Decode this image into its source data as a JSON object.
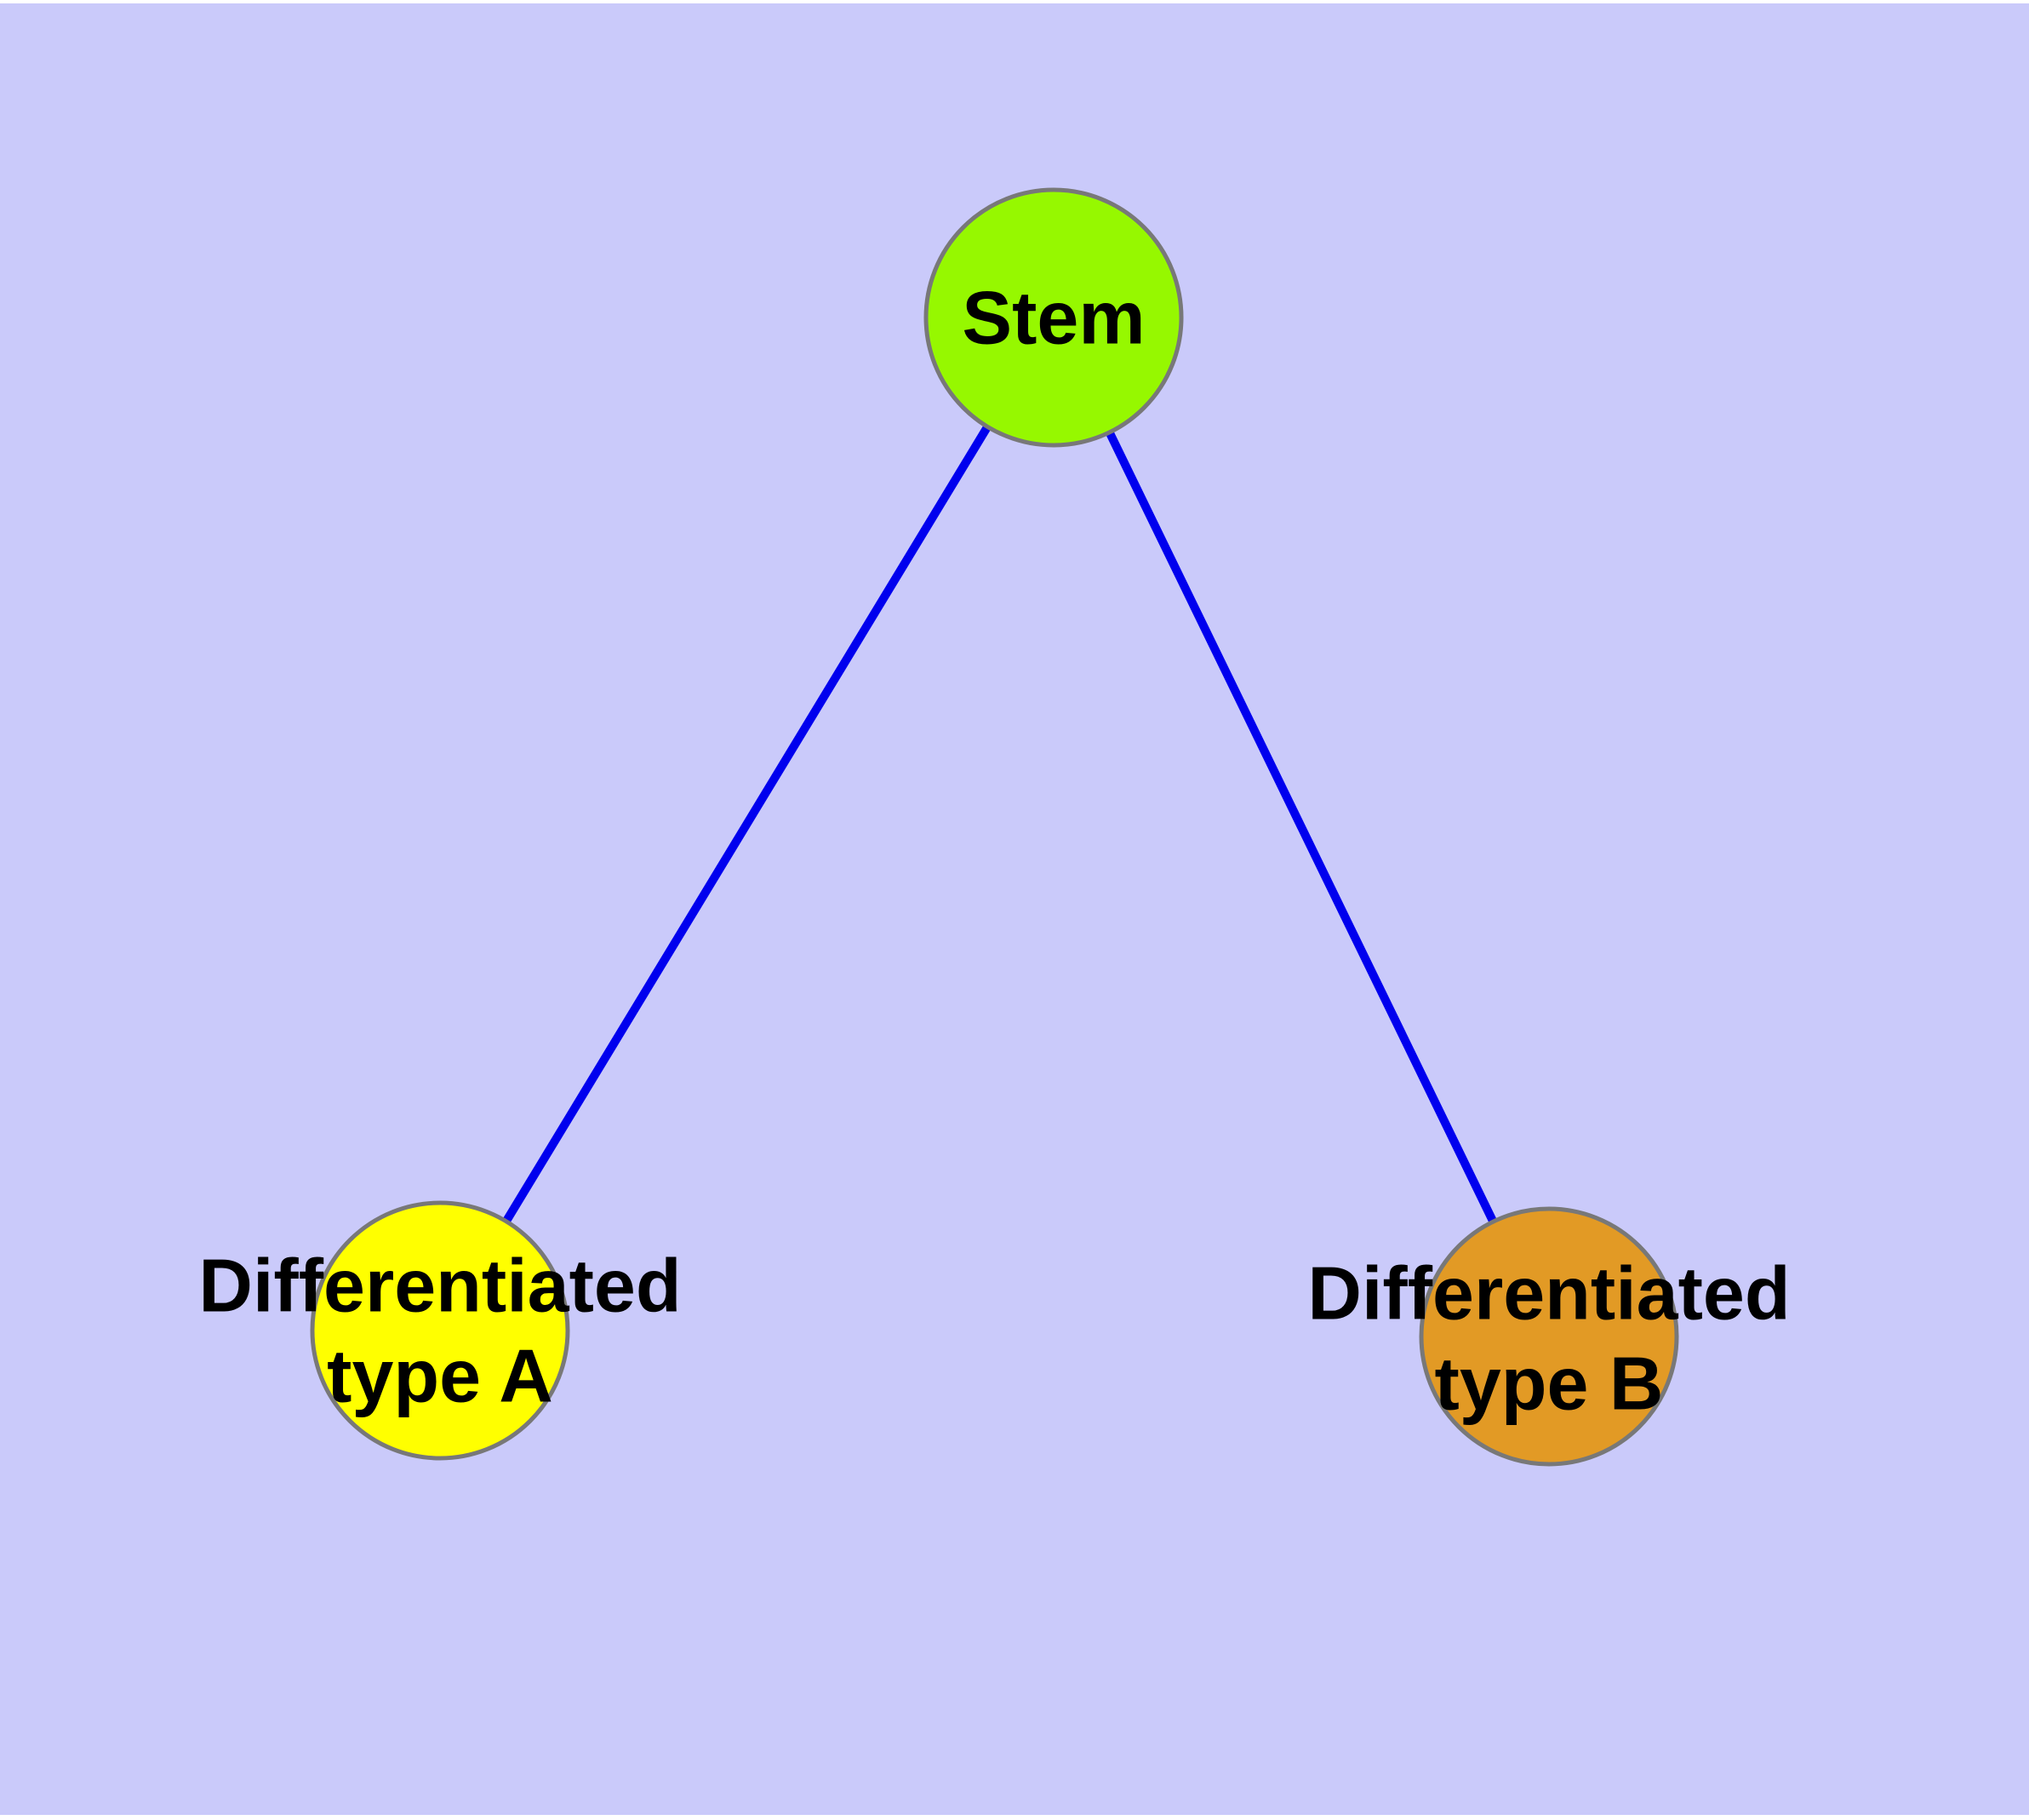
{
  "diagram": {
    "title": "",
    "background_color": "#cacafa",
    "page_margin_color": "#ffffff",
    "edge_color": "#0000ee",
    "node_border_color": "#787878",
    "text_color": "#000000",
    "nodes": [
      {
        "id": "stem",
        "label": "Stem",
        "label_lines": [
          "Stem"
        ],
        "color": "#96f800"
      },
      {
        "id": "differentiated-type-a",
        "label": "Differentiated type A",
        "label_lines": [
          "Differentiated",
          "type A"
        ],
        "color": "#ffff00"
      },
      {
        "id": "differentiated-type-b",
        "label": "Differentiated type B",
        "label_lines": [
          "Differentiated",
          "type B"
        ],
        "color": "#e29a25"
      }
    ],
    "edges": [
      {
        "from": "stem",
        "to": "differentiated-type-a"
      },
      {
        "from": "stem",
        "to": "differentiated-type-b"
      }
    ]
  }
}
